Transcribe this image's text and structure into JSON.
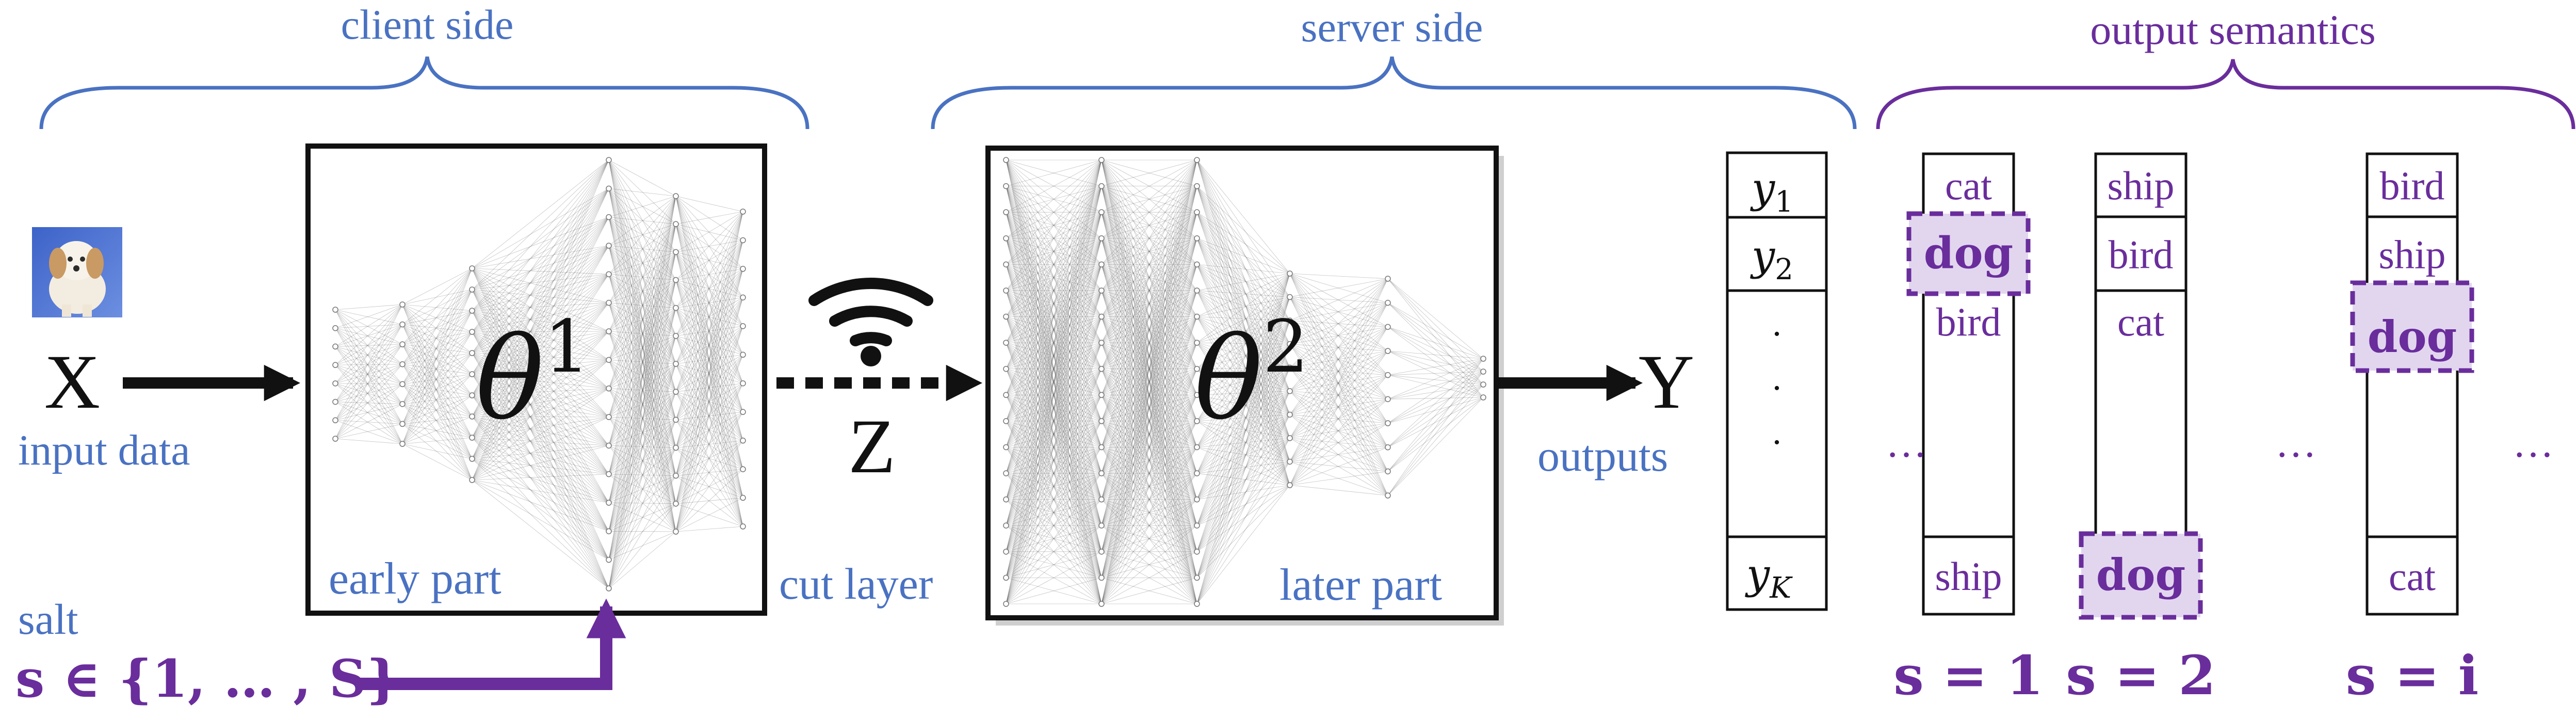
{
  "colors": {
    "blue_label": "#4a72c2",
    "purple": "#6a2d9c",
    "highlight_fill": "#e2d6ef",
    "black": "#111111"
  },
  "braces": {
    "client": "client side",
    "server": "server side",
    "semantics": "output semantics"
  },
  "input": {
    "symbol": "X",
    "label": "input data",
    "thumbnail_icon": "dog-photo-icon"
  },
  "client_block": {
    "param": "θ",
    "param_sup": "1",
    "label": "early part"
  },
  "transfer": {
    "symbol": "Z",
    "label": "cut layer",
    "icon": "wifi-icon"
  },
  "server_block": {
    "param": "θ",
    "param_sup": "2",
    "label": "later part"
  },
  "output": {
    "symbol": "Y",
    "label": "outputs"
  },
  "output_vector": {
    "first": "y",
    "first_sub": "1",
    "second": "y",
    "second_sub": "2",
    "dots": [
      "·",
      "·",
      "·"
    ],
    "last": "y",
    "last_sub": "K"
  },
  "salt": {
    "label": "salt",
    "formula": "s ∈ {1, … , S}"
  },
  "semantic_columns": [
    {
      "items": [
        "cat",
        "dog",
        "bird",
        "ship"
      ],
      "highlight_index": 1,
      "caption": "s = 1"
    },
    {
      "items": [
        "ship",
        "bird",
        "cat",
        "dog"
      ],
      "highlight_index": 3,
      "caption": "s = 2"
    },
    {
      "items": [
        "bird",
        "ship",
        "dog",
        "cat"
      ],
      "highlight_index": 2,
      "caption": "s = i"
    }
  ],
  "ellipses": [
    "…",
    "…",
    "…"
  ]
}
